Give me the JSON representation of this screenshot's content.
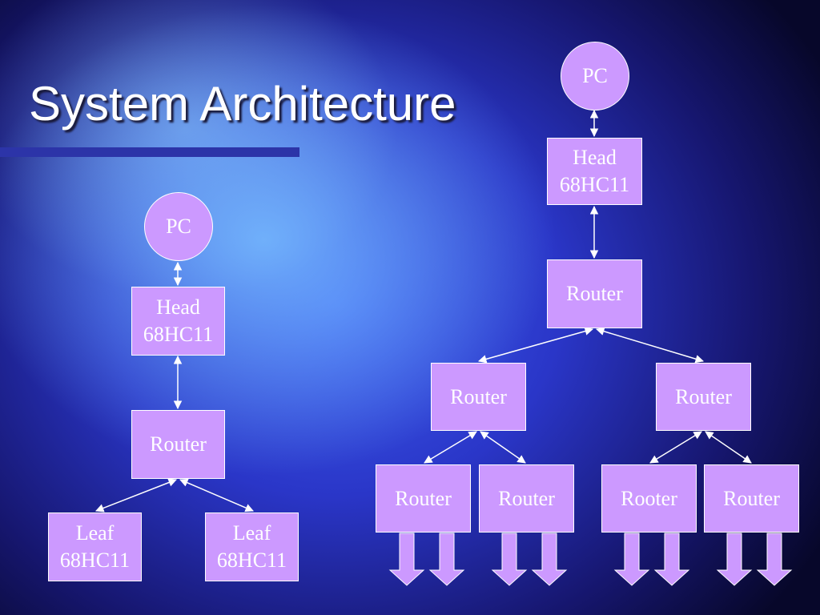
{
  "title": "System Architecture",
  "left_tree": {
    "pc": "PC",
    "head": "Head\n68HC11",
    "router": "Router",
    "leaf_1": "Leaf\n68HC11",
    "leaf_2": "Leaf\n68HC11"
  },
  "right_tree": {
    "pc": "PC",
    "head": "Head\n68HC11",
    "router_top": "Router",
    "router_mid_left": "Router",
    "router_mid_right": "Router",
    "router_bottom_1": "Router",
    "router_bottom_2": "Router",
    "router_bottom_3": "Rooter",
    "router_bottom_4": "Router"
  },
  "colors": {
    "node_fill": "#cc99ff",
    "connector": "#ffffff",
    "title_bar": "#2c34a8"
  }
}
